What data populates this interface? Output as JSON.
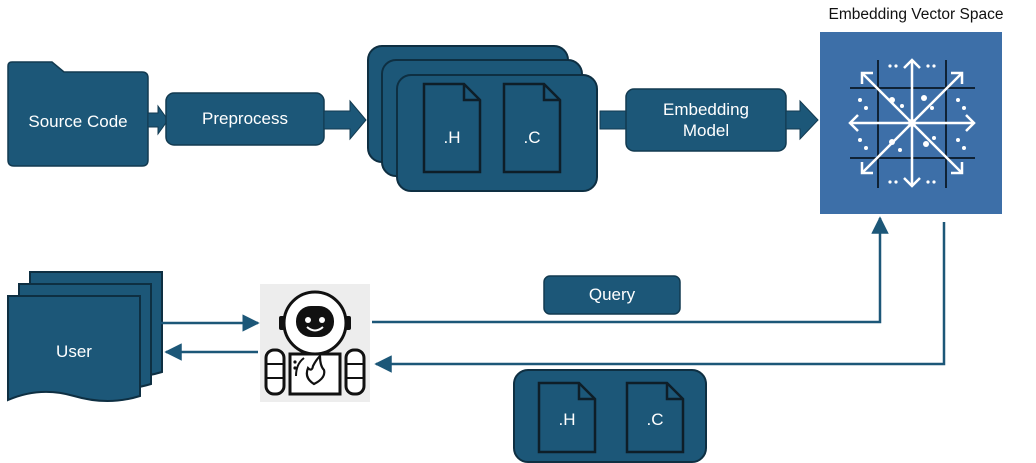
{
  "nodes": {
    "source_code": "Source Code",
    "preprocess": "Preprocess",
    "embedding_model": "Embedding\nModel",
    "vector_space_title": "Embedding Vector Space",
    "query": "Query",
    "user": "User"
  },
  "files": {
    "header_ext": ".H",
    "c_ext": ".C"
  },
  "icons": {
    "folder": "folder-icon",
    "file": "file-icon",
    "vector_grid": "vector-space-icon",
    "robot": "robot-assistant-icon"
  },
  "colors": {
    "primary": "#1c5778",
    "border": "#123a50",
    "vector_bg": "#3d6fa8",
    "connector": "#1c5778",
    "arrow_fill": "#1c5778"
  }
}
